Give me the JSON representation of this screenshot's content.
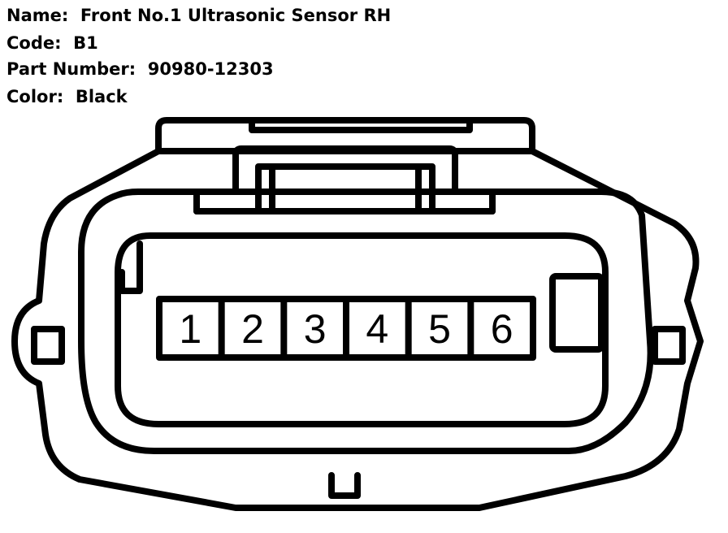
{
  "info": {
    "name_label": "Name:",
    "name_value": "Front No.1 Ultrasonic Sensor RH",
    "code_label": "Code:",
    "code_value": "B1",
    "part_label": "Part Number:",
    "part_value": "90980-12303",
    "color_label": "Color:",
    "color_value": "Black"
  },
  "connector": {
    "pins": [
      "1",
      "2",
      "3",
      "4",
      "5",
      "6"
    ],
    "line_color": "#000000",
    "background": "#ffffff"
  }
}
